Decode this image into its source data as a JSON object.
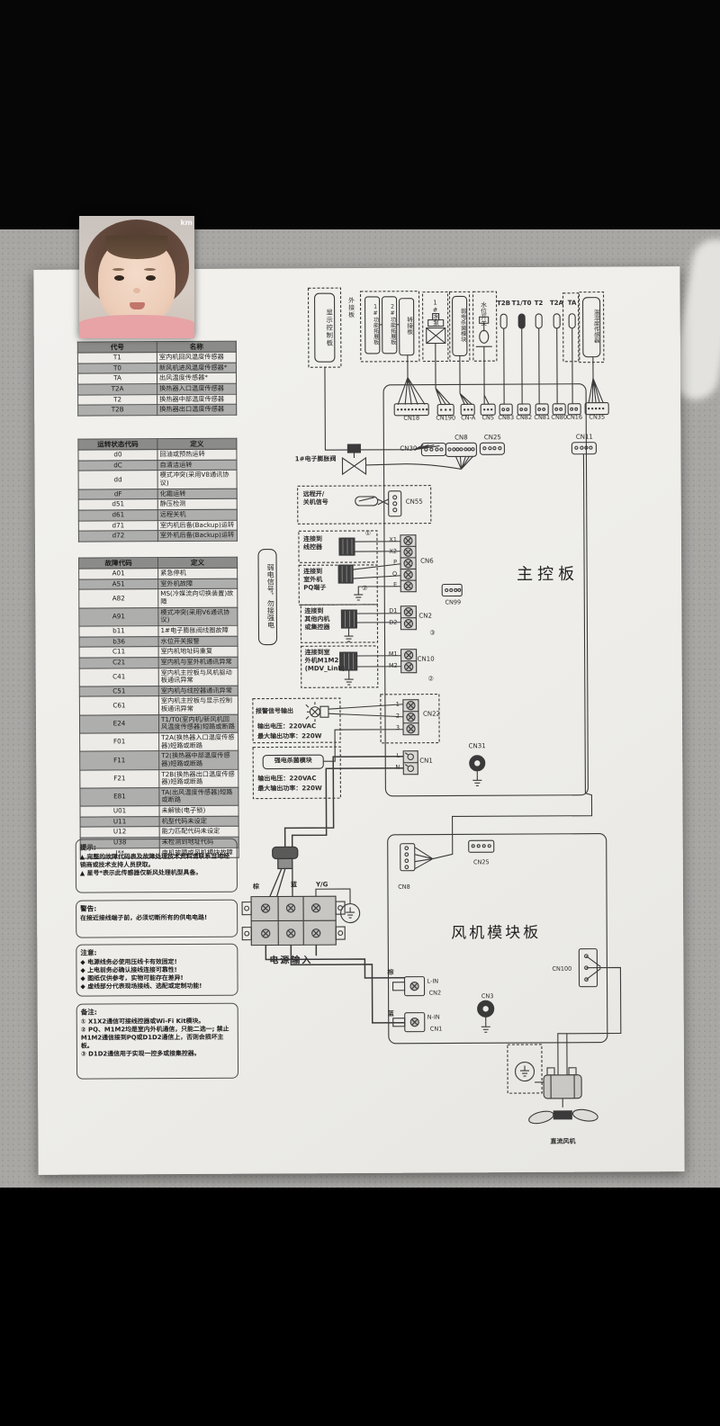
{
  "overlay": {
    "watermark": "km"
  },
  "left": {
    "t1": {
      "headers": [
        "代号",
        "名称"
      ],
      "rows": [
        [
          "T1",
          "室内机回风温度传感器"
        ],
        [
          "T0",
          "新风机进风温度传感器*"
        ],
        [
          "TA",
          "出风温度传感器*"
        ],
        [
          "T2A",
          "换热器入口温度传感器"
        ],
        [
          "T2",
          "换热器中部温度传感器"
        ],
        [
          "T2B",
          "换热器出口温度传感器"
        ]
      ]
    },
    "t2": {
      "headers": [
        "运转状态代码",
        "定义"
      ],
      "rows": [
        [
          "d0",
          "回油或预热运转"
        ],
        [
          "dC",
          "自清洁运转"
        ],
        [
          "dd",
          "模式冲突(采用V8通讯协议)"
        ],
        [
          "dF",
          "化霜运转"
        ],
        [
          "d51",
          "静压检测"
        ],
        [
          "d61",
          "远程关机"
        ],
        [
          "d71",
          "室内机后备(Backup)运转"
        ],
        [
          "d72",
          "室外机后备(Backup)运转"
        ]
      ]
    },
    "t3": {
      "headers": [
        "故障代码",
        "定义"
      ],
      "rows": [
        [
          "A01",
          "紧急停机"
        ],
        [
          "A51",
          "室外机故障"
        ],
        [
          "A82",
          "MS(冷媒流向切换装置)故障"
        ],
        [
          "A91",
          "模式冲突(采用V6通讯协议)"
        ],
        [
          "b11",
          "1#电子膨胀阀线圈故障"
        ],
        [
          "b36",
          "水位开关报警"
        ],
        [
          "C11",
          "室内机地址码重复"
        ],
        [
          "C21",
          "室内机与室外机通讯异常"
        ],
        [
          "C41",
          "室内机主控板与风机驱动板通讯异常"
        ],
        [
          "C51",
          "室内机与线控器通讯异常"
        ],
        [
          "C61",
          "室内机主控板与显示控制板通讯异常"
        ],
        [
          "E24",
          "T1/T0(室内机/新风机回风温度传感器)短路或断路"
        ],
        [
          "F01",
          "T2A(换热器入口温度传感器)短路或断路"
        ],
        [
          "F11",
          "T2(换热器中部温度传感器)短路或断路"
        ],
        [
          "F21",
          "T2B(换热器出口温度传感器)短路或断路"
        ],
        [
          "E81",
          "TA(出风温度传感器)短路或断路"
        ],
        [
          "U01",
          "未解锁(电子锁)"
        ],
        [
          "U11",
          "机型代码未设定"
        ],
        [
          "U12",
          "能力匹配代码未设定"
        ],
        [
          "U38",
          "未检测到地址代码"
        ],
        [
          "J**",
          "电机故障或风机模块故障"
        ]
      ]
    },
    "notes": {
      "tips": {
        "title": "提示:",
        "lines": [
          "▲ 完整的故障代码表及故障处理技术资料请联系当地经销商或技术支持人员获取。",
          "▲ 星号*表示此传感器仅新风处理机型具备。"
        ]
      },
      "warn": {
        "title": "警告:",
        "lines": [
          "在接近接线端子前，必须切断所有的供电电路!"
        ]
      },
      "attn": {
        "title": "注意:",
        "lines": [
          "◆ 电源线务必使用压线卡有效固定!",
          "◆ 上电前务必确认接线连接可靠性!",
          "◆ 图纸仅供参考，实物可能存在差异!",
          "◆ 虚线部分代表现场接线、选配或定制功能!"
        ]
      },
      "remark": {
        "title": "备注:",
        "lines": [
          "① X1X2通信可接线控器或Wi-Fi Kit模块。",
          "② PQ、M1M2均是室内外机通信，只能二选一; 禁止M1M2通信接到PQ或D1D2通信上，否则会损坏主板。",
          "③ D1D2通信用于实现一控多或接集控器。"
        ]
      }
    }
  },
  "diagram": {
    "boards": {
      "main": "主控板",
      "fan": "风机模块板"
    },
    "top": {
      "display": "显示控制板",
      "ext": "外接板",
      "f1": "1#功能拓展板",
      "f2": "2#功能拓展板",
      "adapter": "转接板",
      "pump": "1#水泵",
      "steril_weak": "弱电杀菌模块",
      "water": "水位开关",
      "temphum": "温湿度传感器",
      "sensors": [
        "T2B",
        "T1/T0",
        "T2",
        "T2A",
        "TA"
      ],
      "connectors": [
        "CN18",
        "CN190",
        "CN-A",
        "CN5",
        "CN83",
        "CN82",
        "CN81",
        "CN80",
        "CN16",
        "CN35"
      ]
    },
    "mid": {
      "cn30": "CN30",
      "cn8": "CN8",
      "cn25": "CN25",
      "cn11": "CN11",
      "valve": "1#电子膨胀阀",
      "cn55": "CN55",
      "remote": "远程开/\n关机信号",
      "weak_warn": "弱电信号，勿接强电",
      "cn6": "CN6",
      "cn2": "CN2",
      "cn10": "CN10",
      "cn99": "CN99",
      "terms_cn6": [
        "X1",
        "X2",
        "P",
        "Q",
        "E"
      ],
      "terms_cn2": [
        "D1",
        "D2"
      ],
      "terms_cn10": [
        "M1",
        "M2"
      ],
      "marks": [
        "①",
        "②",
        "③",
        "②"
      ],
      "boxes": [
        "连接到\n线控器",
        "连接到\n室外机\nPQ端子",
        "连接到\n其他内机\n或集控器",
        "连接到室\n外机M1M2\n(MDV_Link)"
      ]
    },
    "alarm": {
      "title": "报警信号输出",
      "v": "输出电压：220VAC",
      "p": "最大输出功率：220W",
      "cn22": "CN22",
      "pins": [
        "1",
        "2",
        "3"
      ]
    },
    "strong": {
      "label": "强电杀菌模块",
      "v": "输出电压：220VAC",
      "p": "最大输出功率：220W",
      "cn1": "CN1",
      "pins": [
        "L",
        "N"
      ],
      "cn31": "CN31"
    },
    "power": {
      "brown": "棕",
      "blue": "蓝",
      "yg": "Y/G",
      "input": "电源输入"
    },
    "fanboard": {
      "cn8": "CN8",
      "cn25": "CN25",
      "brown": "棕",
      "blue": "蓝",
      "lin": "L-IN",
      "cn2": "CN2",
      "nin": "N-IN",
      "cn1": "CN1",
      "cn3": "CN3",
      "cn100": "CN100"
    },
    "motor": {
      "label": "直流风机"
    }
  },
  "colors": {
    "ink": "#3a3a3a",
    "paper": "#f0efec",
    "header": "#8b8b89",
    "shirt": "#e7a3a6"
  }
}
